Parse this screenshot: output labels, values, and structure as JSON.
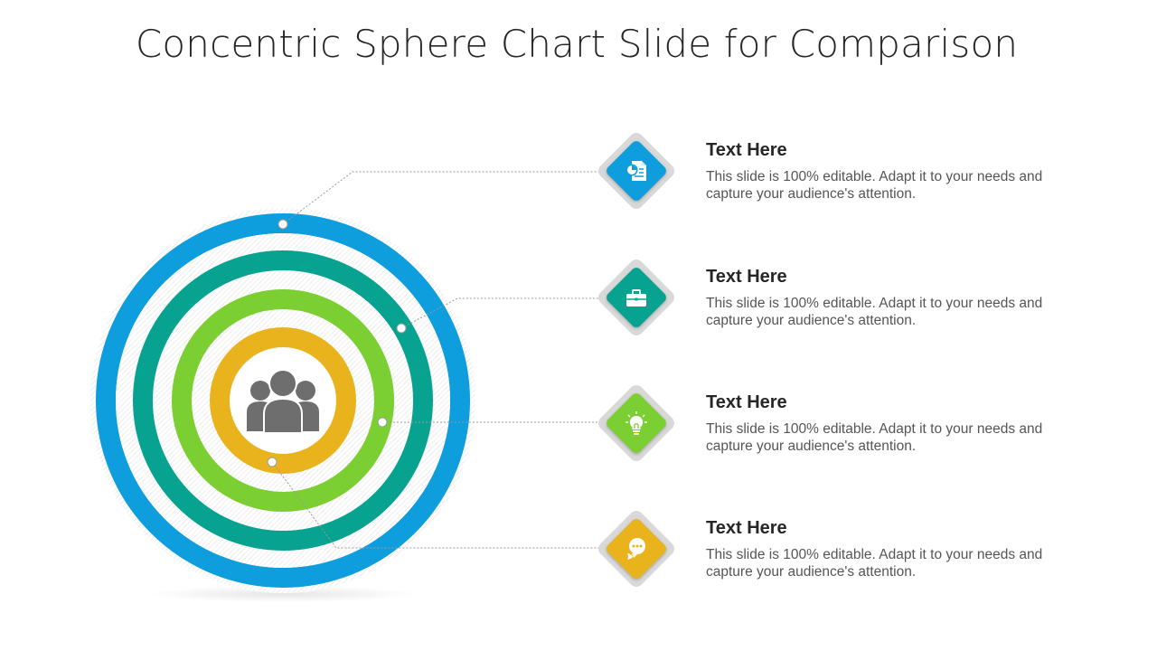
{
  "title": "Concentric Sphere Chart Slide for Comparison",
  "center_icon": "people-group-icon",
  "rings": [
    {
      "color": "#0e9ddd"
    },
    {
      "color": "#07a390"
    },
    {
      "color": "#7ccf33"
    },
    {
      "color": "#e8b31c"
    }
  ],
  "items": [
    {
      "title": "Text Here",
      "description": "This slide is 100% editable. Adapt it to your needs and capture your audience's attention.",
      "icon": "document-pie-chart-icon",
      "color": "#0e9ddd"
    },
    {
      "title": "Text Here",
      "description": "This slide is 100% editable. Adapt it to your needs and capture your audience's attention.",
      "icon": "briefcase-icon",
      "color": "#07a390"
    },
    {
      "title": "Text Here",
      "description": "This slide is 100% editable. Adapt it to your needs and capture your audience's attention.",
      "icon": "lightbulb-icon",
      "color": "#7ccf33"
    },
    {
      "title": "Text Here",
      "description": "This slide is 100% editable. Adapt it to your needs and capture your audience's attention.",
      "icon": "chat-bubble-icon",
      "color": "#e8b31c"
    }
  ]
}
